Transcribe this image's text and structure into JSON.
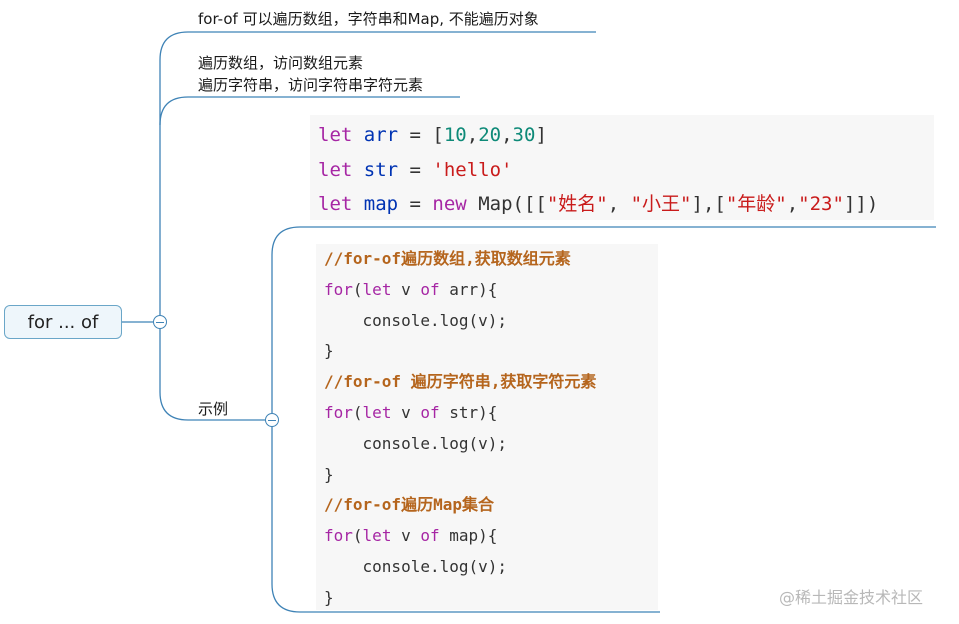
{
  "root": {
    "label": "for ... of"
  },
  "branches": [
    {
      "label": "for-of 可以遍历数组，字符串和Map, 不能遍历对象"
    },
    {
      "lines": [
        "遍历数组，访问数组元素",
        "遍历字符串，访问字符串字符元素"
      ]
    },
    {
      "label": "示例"
    }
  ],
  "declarations": [
    [
      {
        "t": "let ",
        "c": "kw"
      },
      {
        "t": "arr",
        "c": "kw2"
      },
      {
        "t": " = [",
        "c": "plain"
      },
      {
        "t": "10",
        "c": "num"
      },
      {
        "t": ",",
        "c": "plain"
      },
      {
        "t": "20",
        "c": "num"
      },
      {
        "t": ",",
        "c": "plain"
      },
      {
        "t": "30",
        "c": "num"
      },
      {
        "t": "]",
        "c": "plain"
      }
    ],
    [
      {
        "t": "let ",
        "c": "kw"
      },
      {
        "t": "str",
        "c": "kw2"
      },
      {
        "t": " = ",
        "c": "plain"
      },
      {
        "t": "'hello'",
        "c": "str"
      }
    ],
    [
      {
        "t": "let ",
        "c": "kw"
      },
      {
        "t": "map",
        "c": "kw2"
      },
      {
        "t": " = ",
        "c": "plain"
      },
      {
        "t": "new ",
        "c": "kw"
      },
      {
        "t": "Map([[",
        "c": "plain"
      },
      {
        "t": "\"姓名\"",
        "c": "str"
      },
      {
        "t": ", ",
        "c": "plain"
      },
      {
        "t": "\"小王\"",
        "c": "str"
      },
      {
        "t": "],[",
        "c": "plain"
      },
      {
        "t": "\"年龄\"",
        "c": "str"
      },
      {
        "t": ",",
        "c": "plain"
      },
      {
        "t": "\"23\"",
        "c": "str"
      },
      {
        "t": "]])",
        "c": "plain"
      }
    ]
  ],
  "example_code": [
    [
      {
        "t": "//for-of遍历数组,获取数组元素",
        "c": "cm"
      }
    ],
    [
      {
        "t": "for",
        "c": "kw3"
      },
      {
        "t": "(",
        "c": "plain"
      },
      {
        "t": "let ",
        "c": "kw3"
      },
      {
        "t": "v ",
        "c": "plain"
      },
      {
        "t": "of ",
        "c": "kw3"
      },
      {
        "t": "arr){",
        "c": "plain"
      }
    ],
    [
      {
        "t": "    console.log(v);",
        "c": "plain"
      }
    ],
    [
      {
        "t": "}",
        "c": "plain"
      }
    ],
    [
      {
        "t": "//for-of 遍历字符串,获取字符元素",
        "c": "cm"
      }
    ],
    [
      {
        "t": "for",
        "c": "kw3"
      },
      {
        "t": "(",
        "c": "plain"
      },
      {
        "t": "let ",
        "c": "kw3"
      },
      {
        "t": "v ",
        "c": "plain"
      },
      {
        "t": "of ",
        "c": "kw3"
      },
      {
        "t": "str){",
        "c": "plain"
      }
    ],
    [
      {
        "t": "    console.log(v);",
        "c": "plain"
      }
    ],
    [
      {
        "t": "}",
        "c": "plain"
      }
    ],
    [
      {
        "t": "//for-of遍历Map集合",
        "c": "cm"
      }
    ],
    [
      {
        "t": "for",
        "c": "kw3"
      },
      {
        "t": "(",
        "c": "plain"
      },
      {
        "t": "let ",
        "c": "kw3"
      },
      {
        "t": "v ",
        "c": "plain"
      },
      {
        "t": "of ",
        "c": "kw3"
      },
      {
        "t": "map){",
        "c": "plain"
      }
    ],
    [
      {
        "t": "    console.log(v);",
        "c": "plain"
      }
    ],
    [
      {
        "t": "}",
        "c": "plain"
      }
    ]
  ],
  "watermark": "@稀土掘金技术社区",
  "colors": {
    "connector": "#3f83b6",
    "node_border": "#6aa6c8",
    "node_fill": "#eef6fb"
  }
}
